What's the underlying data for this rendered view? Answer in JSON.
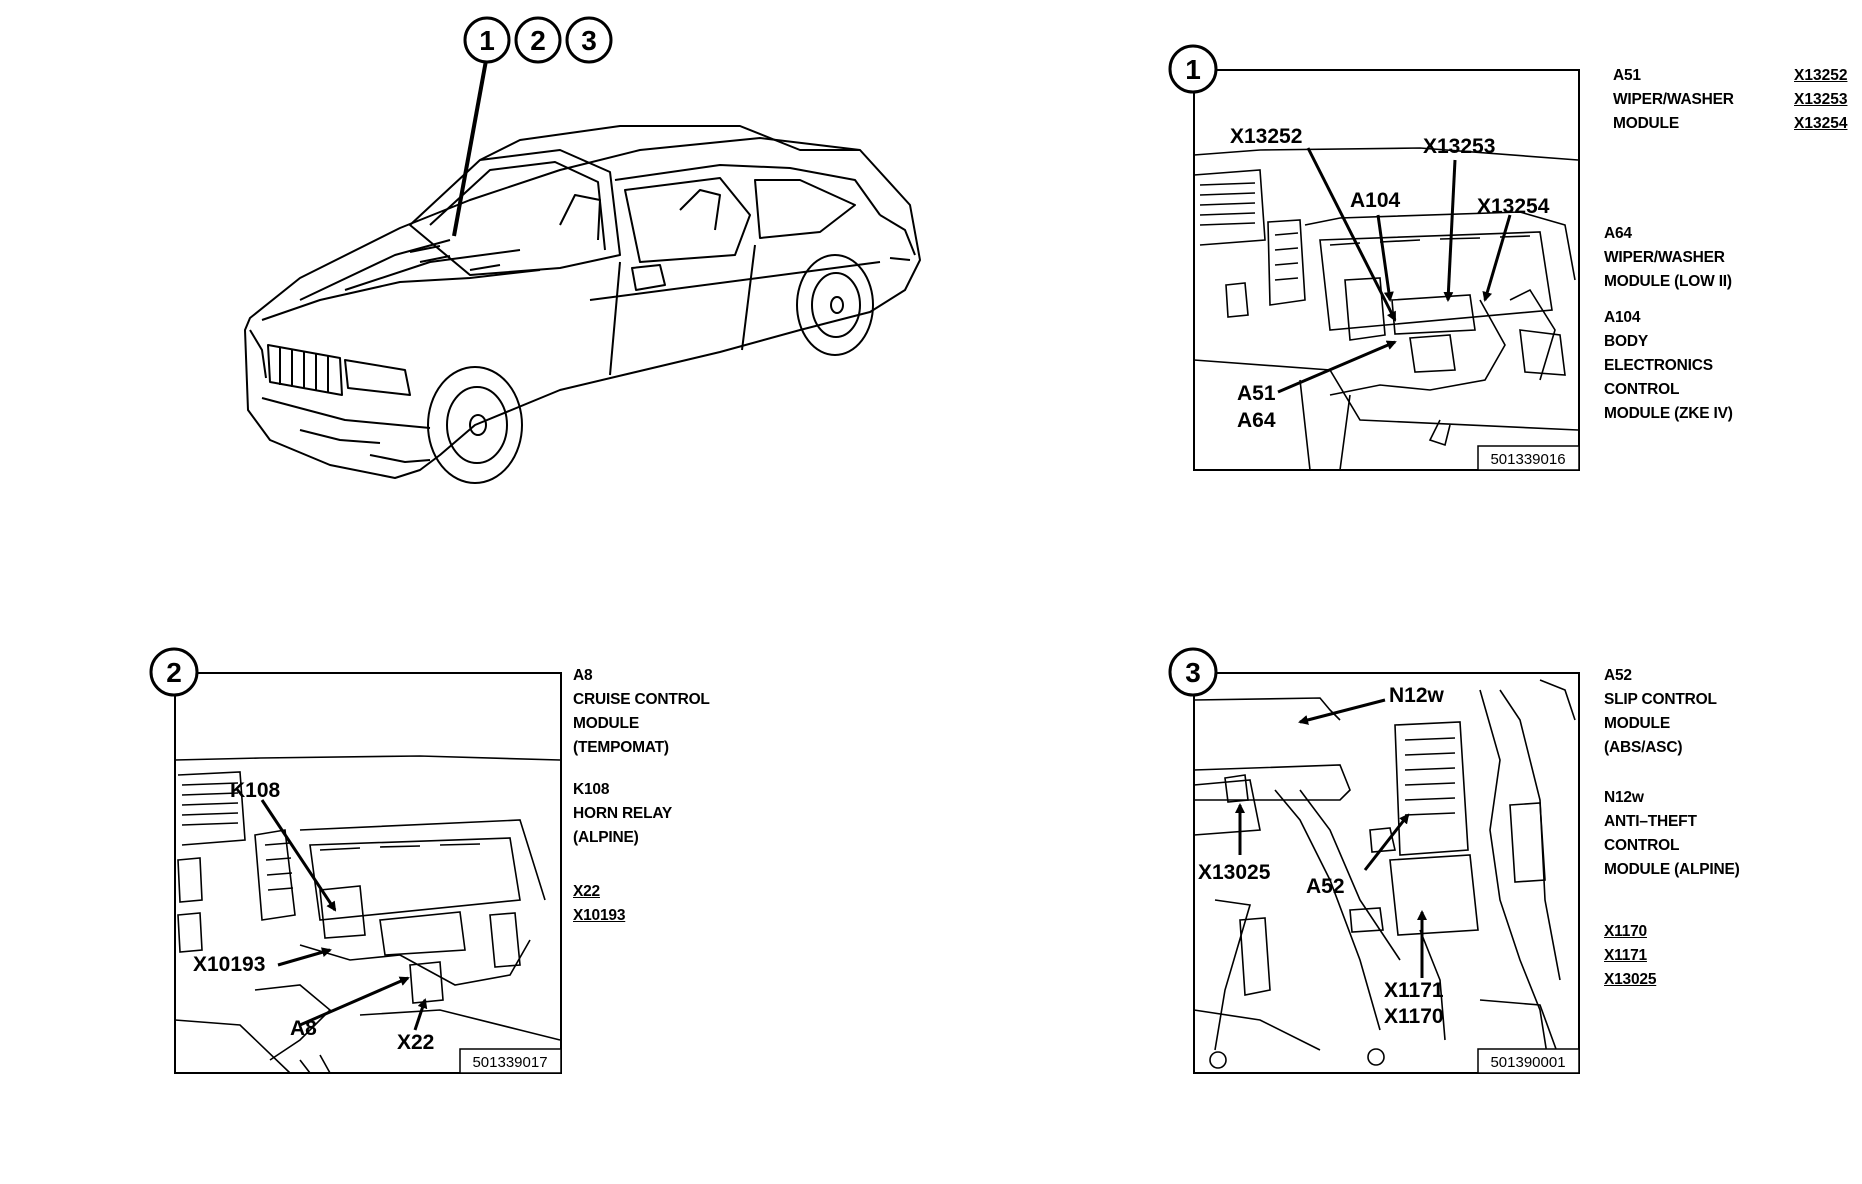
{
  "overview": {
    "callouts": [
      "1",
      "2",
      "3"
    ]
  },
  "panel1": {
    "number": "1",
    "figure_id": "501339016",
    "callouts": {
      "x13252": "X13252",
      "x13253": "X13253",
      "a104": "A104",
      "x13254": "X13254",
      "a51": "A51",
      "a64": "A64"
    },
    "legend": [
      {
        "code": "A51",
        "lines": [
          "WIPER/WASHER",
          "MODULE"
        ]
      },
      {
        "code": "A64",
        "lines": [
          "WIPER/WASHER",
          "MODULE (LOW II)"
        ]
      },
      {
        "code": "A104",
        "lines": [
          "BODY",
          "ELECTRONICS",
          "CONTROL",
          "MODULE (ZKE IV)"
        ]
      }
    ],
    "connectors": [
      "X13252",
      "X13253",
      "X13254"
    ]
  },
  "panel2": {
    "number": "2",
    "figure_id": "501339017",
    "callouts": {
      "k108": "K108",
      "x10193": "X10193",
      "a8": "A8",
      "x22": "X22"
    },
    "legend": [
      {
        "code": "A8",
        "lines": [
          "CRUISE CONTROL",
          "MODULE",
          "(TEMPOMAT)"
        ]
      },
      {
        "code": "K108",
        "lines": [
          "HORN RELAY",
          "(ALPINE)"
        ]
      }
    ],
    "connectors": [
      "X22",
      "X10193"
    ]
  },
  "panel3": {
    "number": "3",
    "figure_id": "501390001",
    "callouts": {
      "n12w": "N12w",
      "x13025": "X13025",
      "a52": "A52",
      "x1171": "X1171",
      "x1170": "X1170"
    },
    "legend": [
      {
        "code": "A52",
        "lines": [
          "SLIP CONTROL",
          "MODULE",
          "(ABS/ASC)"
        ]
      },
      {
        "code": "N12w",
        "lines": [
          "ANTI–THEFT",
          "CONTROL",
          "MODULE (ALPINE)"
        ]
      }
    ],
    "connectors": [
      "X1170",
      "X1171",
      "X13025"
    ]
  }
}
